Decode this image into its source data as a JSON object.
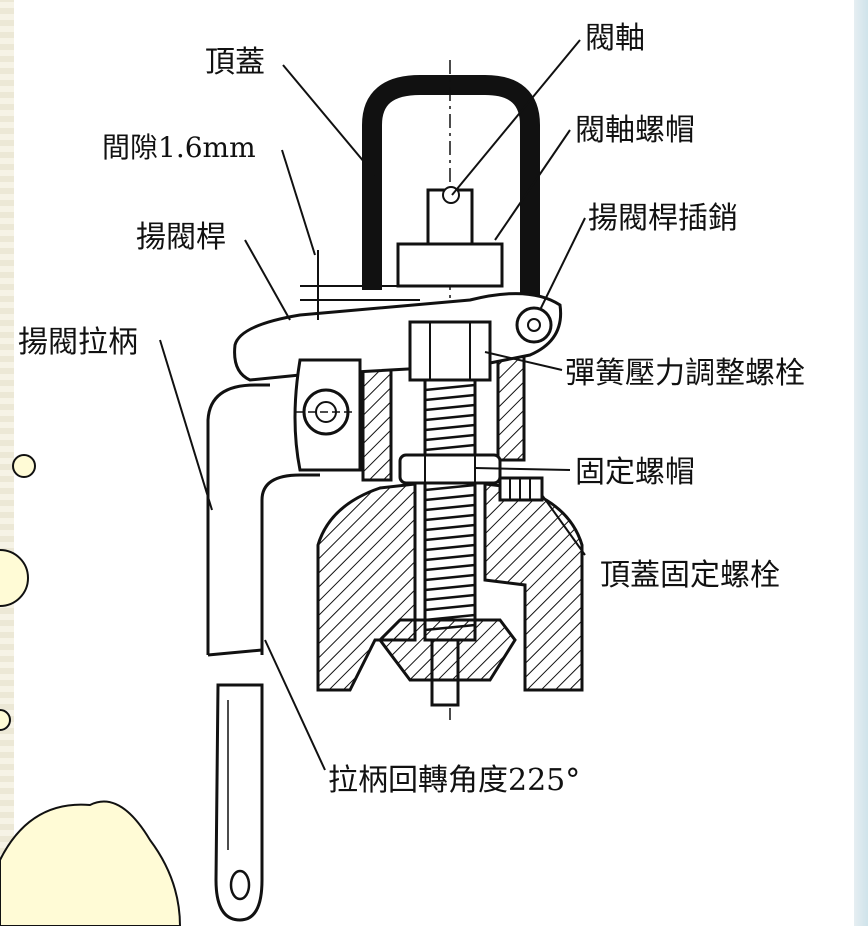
{
  "labels": {
    "top_cover": "頂蓋",
    "valve_stem": "閥軸",
    "clearance": "間隙1.6mm",
    "valve_stem_nut": "閥軸螺帽",
    "lifting_lever": "揚閥桿",
    "lifting_lever_pin": "揚閥桿插銷",
    "lifting_handle": "揚閥拉柄",
    "spring_adjust_bolt": "彈簧壓力調整螺栓",
    "lock_nut": "固定螺帽",
    "cover_fixing_bolt": "頂蓋固定螺栓",
    "handle_rotation_angle": "拉柄回轉角度225°"
  },
  "colors": {
    "line": "#111111",
    "decor": "#fffbd6"
  }
}
